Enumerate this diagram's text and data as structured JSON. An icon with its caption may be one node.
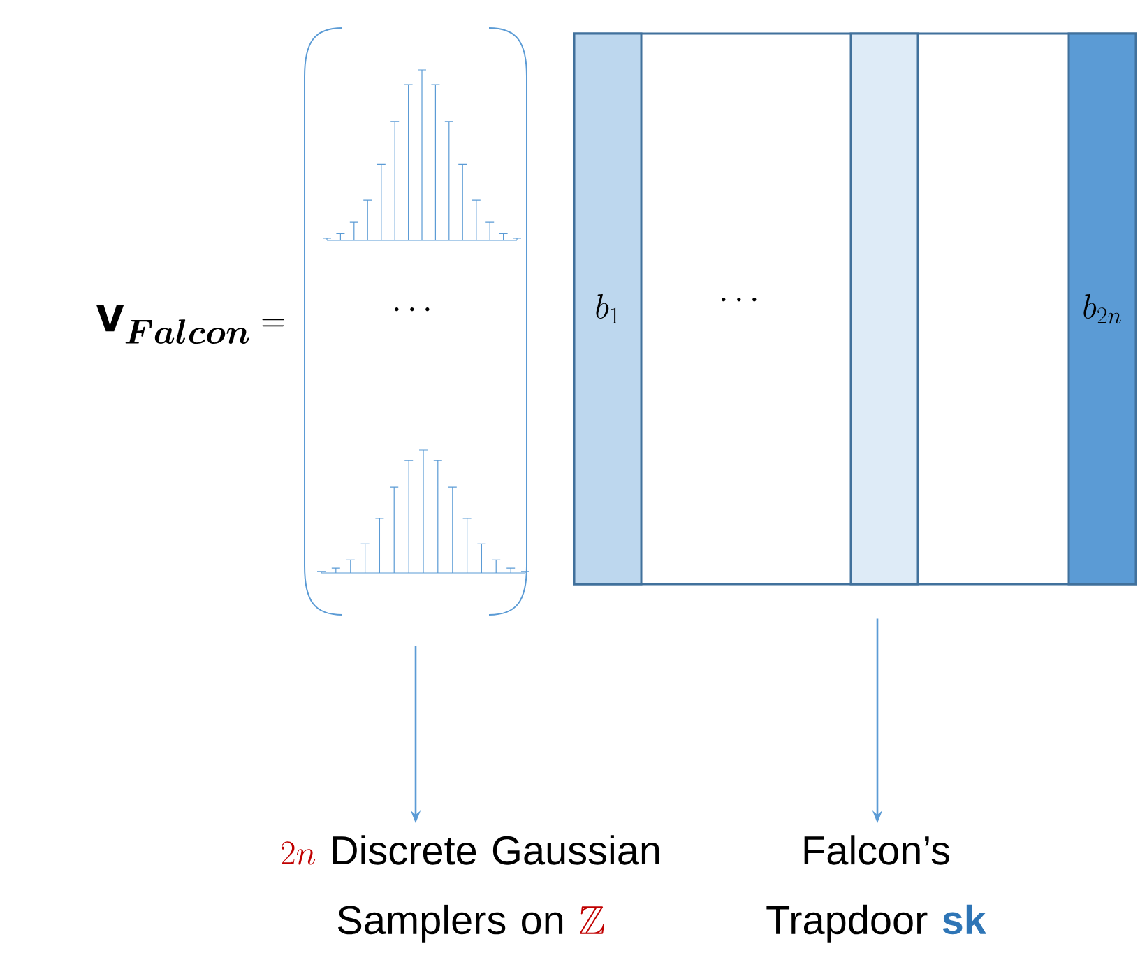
{
  "diagram": {
    "nodes": [
      {
        "text": [
          "\\cdots"
        ]
      },
      {
        "text": [
          "\\cdots"
        ]
      },
      {
        "text": [
          "b_1"
        ],
        "in": 1
      },
      {
        "text": [],
        "shape": "bar",
        "in": 1
      },
      {
        "text": [
          "b_{2n}"
        ],
        "in": 1
      },
      {
        "text": [
          "2n",
          "Discrete Gaussian Samplers on",
          "\\mathbb{Z}"
        ]
      },
      {
        "text": [
          "Falcon’s Trapdoor",
          "\\mathbf{sk}"
        ]
      }
    ],
    "edges": [
      {
        "from": 0,
        "to": 5,
        "arrow": "to"
      },
      {
        "from": 1,
        "to": 6,
        "arrow": "to"
      }
    ],
    "labels": [
      "\\mathbf{v}_{\\bm{Falcon}} ="
    ]
  }
}
